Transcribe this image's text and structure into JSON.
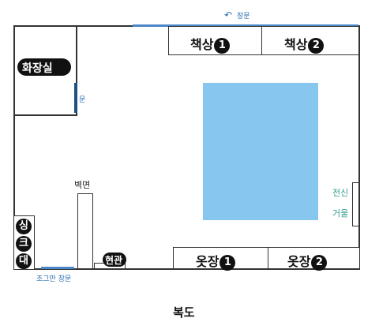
{
  "rooms": {
    "bathroom": "화장실",
    "desk1": {
      "label": "책상",
      "num": "1"
    },
    "desk2": {
      "label": "책상",
      "num": "2"
    },
    "closet1": {
      "label": "옷장",
      "num": "1"
    },
    "closet2": {
      "label": "옷장",
      "num": "2"
    },
    "sink": [
      "싱",
      "크",
      "대"
    ],
    "entrance": "현관",
    "wall_label": "벽면",
    "mirror": [
      "전신",
      "거울"
    ],
    "window_top": "창문",
    "window_side": "문",
    "window_small": "조그만 창문",
    "corridor": "복도"
  },
  "colors": {
    "bed": "#87c7ef",
    "window": "#4a86c8",
    "wall": "#333333"
  }
}
